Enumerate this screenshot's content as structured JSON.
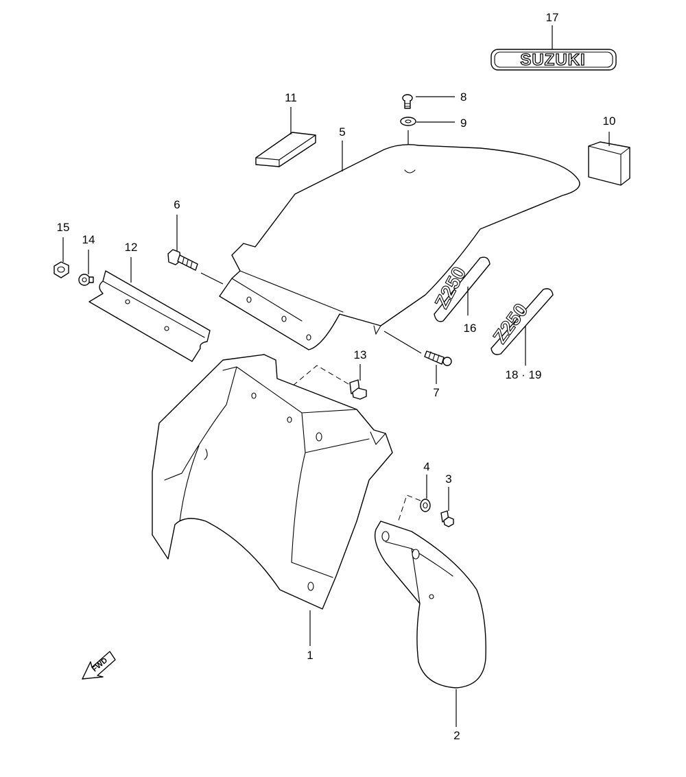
{
  "callouts": {
    "c1": "1",
    "c2": "2",
    "c3": "3",
    "c4": "4",
    "c5": "5",
    "c6": "6",
    "c7": "7",
    "c8": "8",
    "c9": "9",
    "c10": "10",
    "c11": "11",
    "c12": "12",
    "c13": "13",
    "c14": "14",
    "c15": "15",
    "c16": "16",
    "c17": "17",
    "c18_19": "18 · 19"
  },
  "emblems": {
    "brand": "SUZUKI",
    "model": "Z250",
    "fwd": "FWD"
  },
  "colors": {
    "line": "#000000",
    "background": "#ffffff"
  }
}
